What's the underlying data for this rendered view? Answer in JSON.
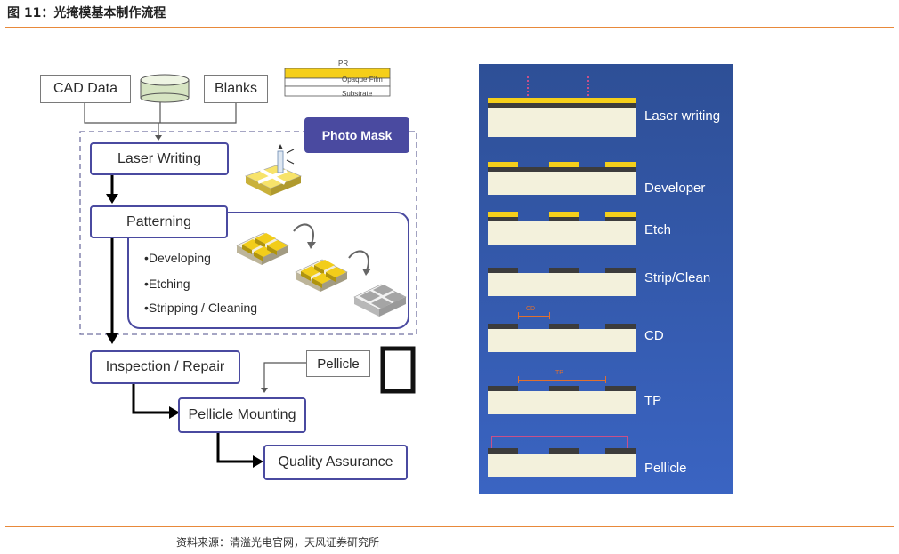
{
  "figure": {
    "title": "图 11：光掩模基本制作流程",
    "source": "资料来源：清溢光电官网，天风证券研究所",
    "accent_color": "#e8893a"
  },
  "flow": {
    "inputs": {
      "cad": "CAD Data",
      "blanks": "Blanks"
    },
    "legend": {
      "pr": "PR",
      "opaque": "Opaque Film",
      "substrate": "Substrate"
    },
    "photo_mask": "Photo Mask",
    "laser_writing": "Laser Writing",
    "patterning": "Patterning",
    "patterning_steps": [
      "•Developing",
      "•Etching",
      "•Stripping / Cleaning"
    ],
    "inspection": "Inspection / Repair",
    "pellicle": "Pellicle",
    "mounting": "Pellicle Mounting",
    "qa": "Quality Assurance",
    "colors": {
      "box_border": "#4a4aa0",
      "pr_yellow": "#f5cf1a",
      "panel_blue": "#3a64c2"
    }
  },
  "process": {
    "steps": [
      {
        "label": "Laser writing"
      },
      {
        "label": "Developer"
      },
      {
        "label": "Etch"
      },
      {
        "label": "Strip/Clean"
      },
      {
        "label": "CD",
        "dimension": "CD"
      },
      {
        "label": "TP",
        "dimension": "TP"
      },
      {
        "label": "Pellicle"
      }
    ]
  }
}
